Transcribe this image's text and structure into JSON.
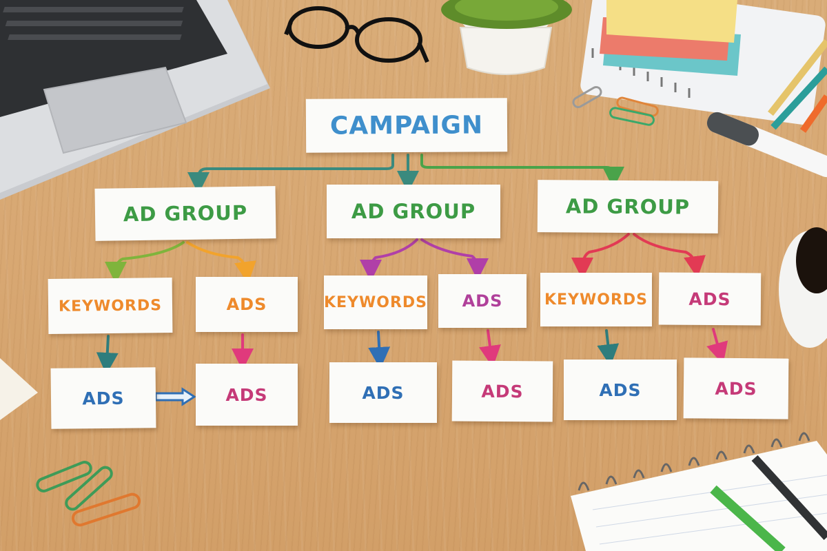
{
  "chart": {
    "campaign": "CAMPAIGN",
    "ad_groups": [
      {
        "label": "AD GROUP",
        "keywords": "KEYWORDS",
        "ads": "ADS",
        "ads_from_keywords": "ADS",
        "ads_from_ads": "ADS"
      },
      {
        "label": "AD GROUP",
        "keywords": "KEYWORDS",
        "ads": "ADS",
        "ads_from_keywords": "ADS",
        "ads_from_ads": "ADS"
      },
      {
        "label": "AD GROUP",
        "keywords": "KEYWORDS",
        "ads": "ADS",
        "ads_from_keywords": "ADS",
        "ads_from_ads": "ADS"
      }
    ]
  },
  "colors": {
    "campaign_text": "#3f8fcc",
    "ad_group_text": "#3d9b45",
    "keywords_text": "#ee8a2c",
    "ads_text_group1": "#ee8a2c",
    "ads_text_group2": "#b0409a",
    "ads_text_group3": "#c53a78",
    "bottom_ads_blue": "#2f6fb5",
    "bottom_ads_pink": "#c53a78",
    "desk": "#d8a873"
  },
  "objects": [
    "laptop-icon",
    "glasses-icon",
    "plant-icon",
    "sticky-notes-icon",
    "paper-clip-icon",
    "marker-icon",
    "coffee-mug-icon",
    "pencil-icon",
    "notebook-icon"
  ]
}
